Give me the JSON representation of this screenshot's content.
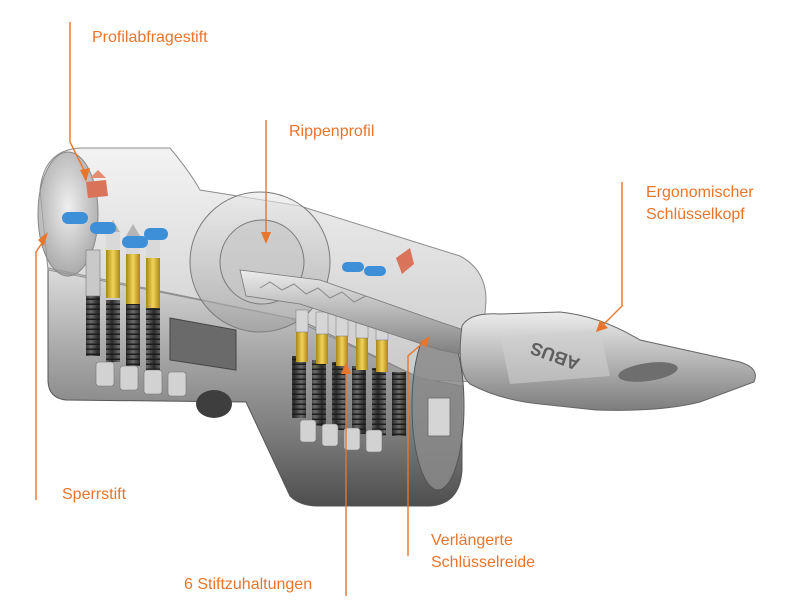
{
  "labels": {
    "profilabfragestift": "Profilabfragestift",
    "rippenprofil": "Rippenprofil",
    "ergonomischer_line1": "Ergonomischer",
    "ergonomischer_line2": "Schlüsselkopf",
    "sperrstift": "Sperrstift",
    "verlaengerte_line1": "Verlängerte",
    "verlaengerte_line2": "Schlüsselreide",
    "stiftzuhaltungen": "6 Stiftzuhaltungen"
  },
  "key_brand_text": "ABUS",
  "colors": {
    "accent": "#e8752c",
    "cylinder_metal": "#9a9a9a",
    "key_metal": "#b8b8b8",
    "brass_pin": "#e2b83a",
    "blue_pin": "#3d8fd8",
    "pink_pin": "#d9745a"
  }
}
